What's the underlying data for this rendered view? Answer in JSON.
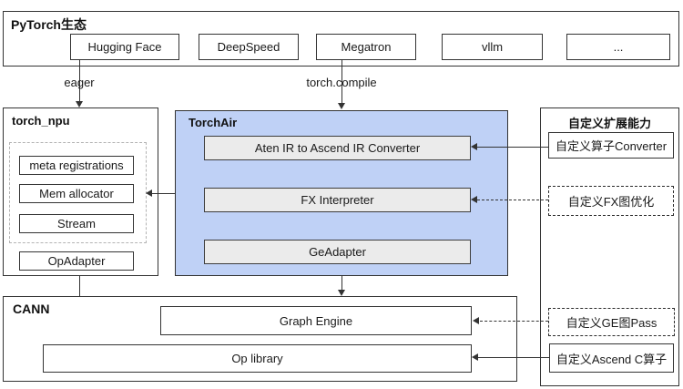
{
  "colors": {
    "torchair_fill": "#bfd1f6",
    "inner_gray_fill": "#ebebeb",
    "border": "#333333",
    "dashed_container": "#b3b3b3"
  },
  "pytorch_eco": {
    "title": "PyTorch生态",
    "items": [
      "Hugging Face",
      "DeepSpeed",
      "Megatron",
      "vllm",
      "..."
    ]
  },
  "flows": {
    "eager": "eager",
    "torch_compile": "torch.compile"
  },
  "torch_npu": {
    "title": "torch_npu",
    "dashed_items": [
      "meta registrations",
      "Mem allocator",
      "Stream"
    ],
    "op_adapter": "OpAdapter"
  },
  "torchair": {
    "title": "TorchAir",
    "items": [
      "Aten IR to Ascend IR Converter",
      "FX Interpreter",
      "GeAdapter"
    ]
  },
  "custom_ext": {
    "title": "自定义扩展能力",
    "converter": "自定义算子Converter",
    "fx_opt": "自定义FX图优化",
    "ge_pass": "自定义GE图Pass",
    "ascend_c": "自定义Ascend C算子"
  },
  "cann": {
    "title": "CANN",
    "graph_engine": "Graph Engine",
    "op_library": "Op library"
  }
}
